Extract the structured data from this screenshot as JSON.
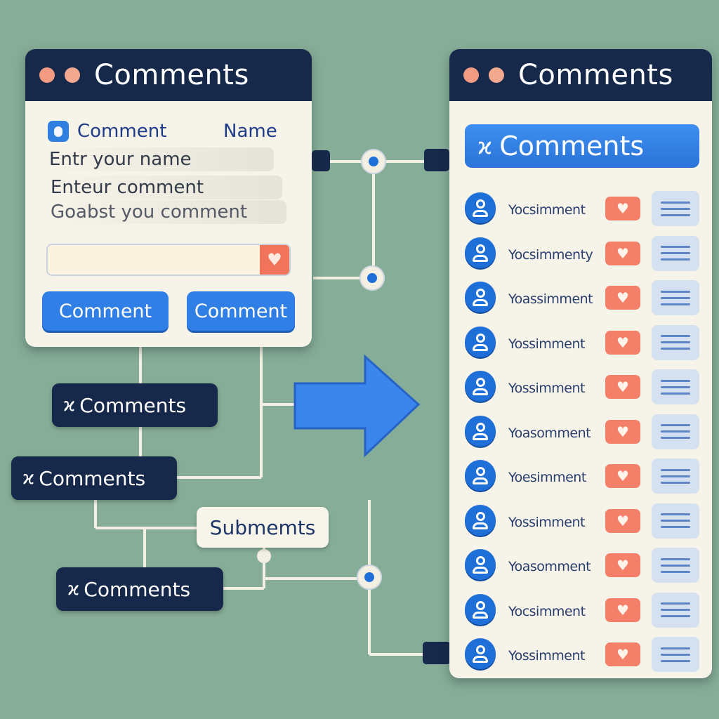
{
  "form_window": {
    "title": "Comments",
    "comment_label": "Comment",
    "name_label": "Name",
    "name_hint": "Entr your name",
    "comment_hint": "Enteur comment",
    "extra_hint": "Goabst you comment",
    "input_value": "",
    "buttons": [
      "Comment",
      "Comment"
    ]
  },
  "flow_nodes": [
    "Comments",
    "Comments",
    "Comments"
  ],
  "submit_label": "Submemts",
  "list_window": {
    "title": "Comments",
    "header": "Comments",
    "rows": [
      "Yocsimment",
      "Yocsimmenty",
      "Yoassimment",
      "Yossimment",
      "Yossimment",
      "Yoasomment",
      "Yoesimment",
      "Yossimment",
      "Yoasomment",
      "Yocsimment",
      "Yossimment"
    ]
  },
  "icons": {
    "like": "heart-icon",
    "menu": "hamburger-icon",
    "node": "bow-icon",
    "avatar": "user-avatar-icon"
  },
  "colors": {
    "background": "#86ad98",
    "titlebar": "#16294a",
    "accent_blue": "#2f7fe6",
    "like_red": "#f4806a"
  }
}
